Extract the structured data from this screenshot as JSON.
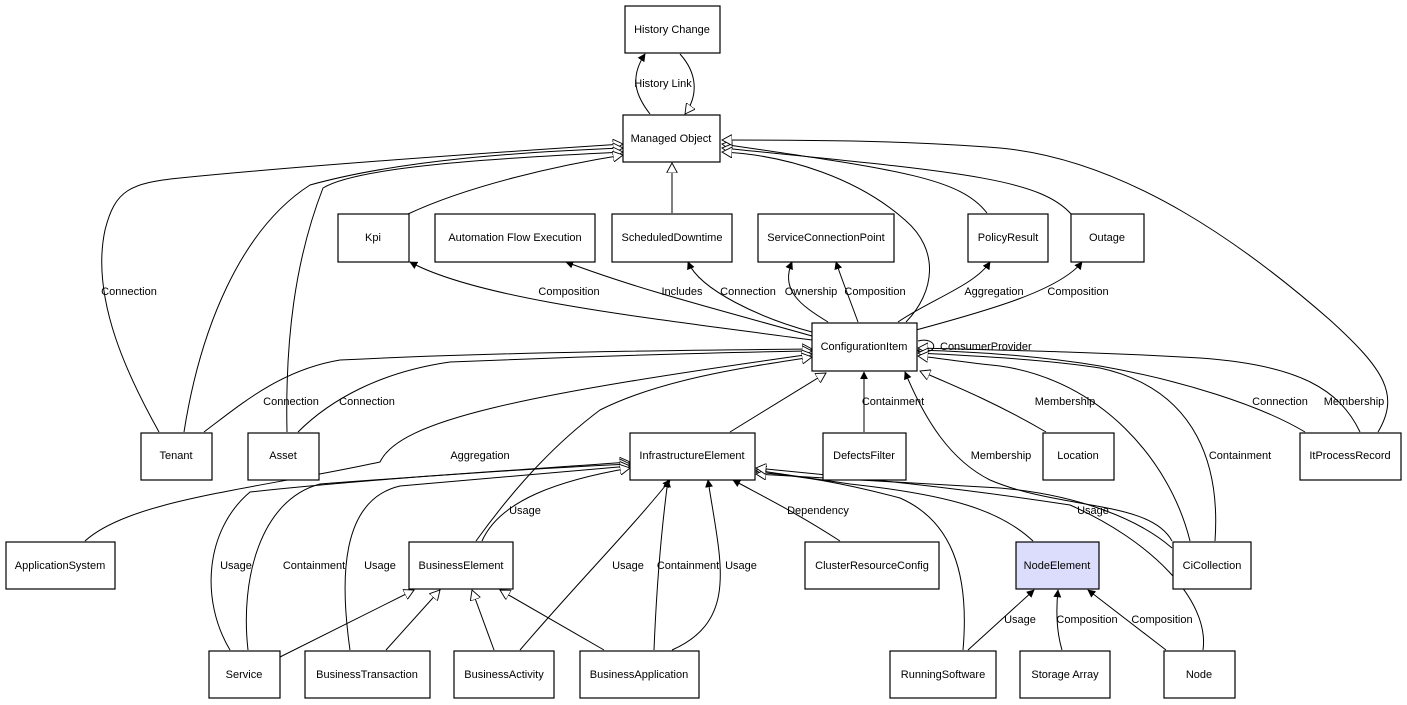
{
  "nodes": {
    "history_change": "History Change",
    "managed_object": "Managed Object",
    "kpi": "Kpi",
    "automation_flow_execution": "Automation Flow Execution",
    "scheduled_downtime": "ScheduledDowntime",
    "service_connection_point": "ServiceConnectionPoint",
    "policy_result": "PolicyResult",
    "outage": "Outage",
    "configuration_item": "ConfigurationItem",
    "tenant": "Tenant",
    "asset": "Asset",
    "infrastructure_element": "InfrastructureElement",
    "defects_filter": "DefectsFilter",
    "location": "Location",
    "it_process_record": "ItProcessRecord",
    "application_system": "ApplicationSystem",
    "business_element": "BusinessElement",
    "cluster_resource_config": "ClusterResourceConfig",
    "node_element": "NodeElement",
    "ci_collection": "CiCollection",
    "service": "Service",
    "business_transaction": "BusinessTransaction",
    "business_activity": "BusinessActivity",
    "business_application": "BusinessApplication",
    "running_software": "RunningSoftware",
    "storage_array": "Storage Array",
    "node": "Node"
  },
  "labels": {
    "history_link": "History Link",
    "connection": "Connection",
    "composition": "Composition",
    "includes": "Includes",
    "ownership": "Ownership",
    "aggregation": "Aggregation",
    "consumer_provider": "ConsumerProvider",
    "containment": "Containment",
    "membership": "Membership",
    "usage": "Usage",
    "dependency": "Dependency"
  },
  "highlight_color": "#dcdcfc"
}
